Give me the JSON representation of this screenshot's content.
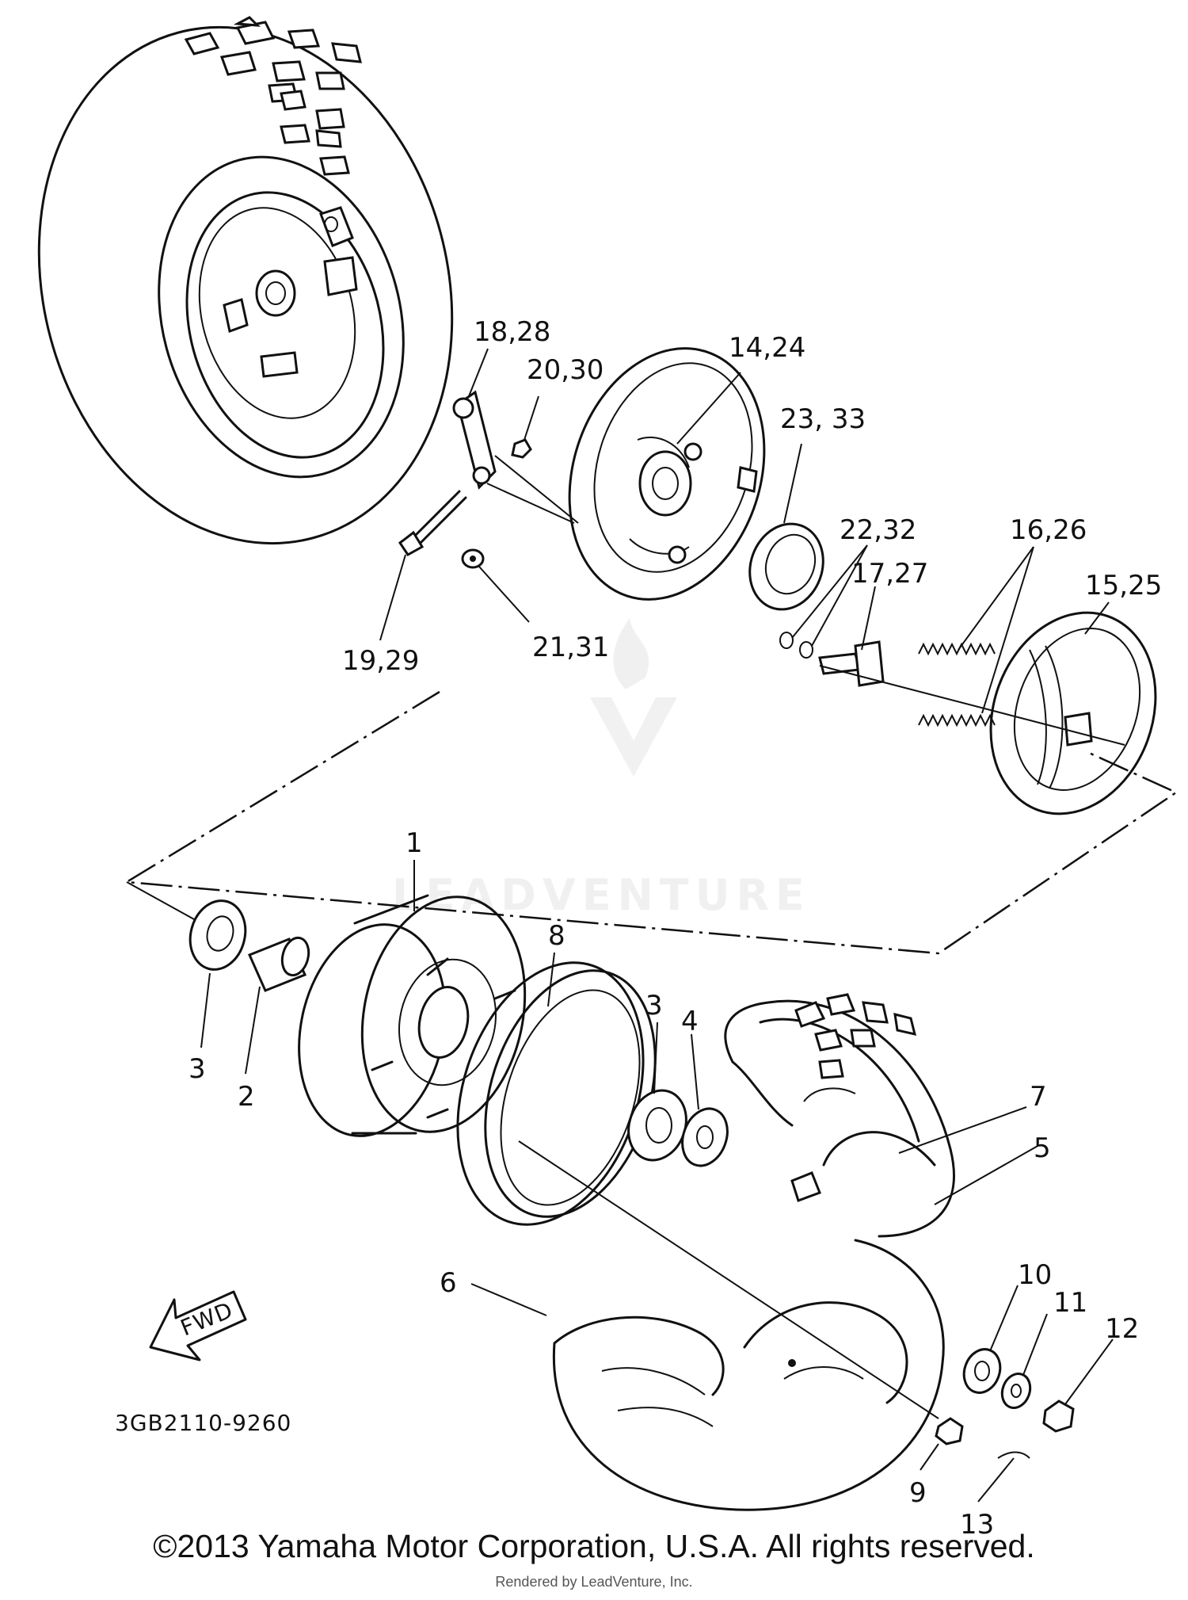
{
  "diagram": {
    "drawing_code": "3GB2110-9260",
    "direction_label": "FWD",
    "watermark": "LEADVENTURE",
    "part_callouts": [
      {
        "label": "1"
      },
      {
        "label": "2"
      },
      {
        "label": "3"
      },
      {
        "label": "3"
      },
      {
        "label": "4"
      },
      {
        "label": "5"
      },
      {
        "label": "6"
      },
      {
        "label": "7"
      },
      {
        "label": "8"
      },
      {
        "label": "9"
      },
      {
        "label": "10"
      },
      {
        "label": "11"
      },
      {
        "label": "12"
      },
      {
        "label": "13"
      },
      {
        "label": "14,24"
      },
      {
        "label": "15,25"
      },
      {
        "label": "16,26"
      },
      {
        "label": "17,27"
      },
      {
        "label": "18,28"
      },
      {
        "label": "19,29"
      },
      {
        "label": "20,30"
      },
      {
        "label": "21,31"
      },
      {
        "label": "22,32"
      },
      {
        "label": "23, 33"
      }
    ]
  },
  "footer": {
    "copyright": "©2013 Yamaha Motor Corporation, U.S.A. All rights reserved.",
    "rendered_by": "Rendered by LeadVenture, Inc."
  }
}
